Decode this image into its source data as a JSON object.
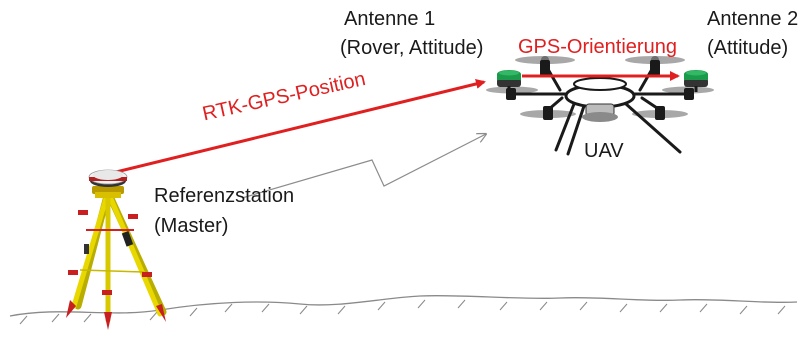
{
  "labels": {
    "antenne1_title": "Antenne 1",
    "antenne1_sub": "(Rover, Attitude)",
    "antenne2_title": "Antenne 2",
    "antenne2_sub": "(Attitude)",
    "gps_orientation": "GPS-Orientierung",
    "rtk_position": "RTK-GPS-Position",
    "uav": "UAV",
    "referenzstation": "Referenzstation",
    "master": "(Master)"
  },
  "colors": {
    "accent_red": "#e02020",
    "antenna_green": "#1a9a4a",
    "tripod_yellow": "#e8d800",
    "signal_gray": "#8c8c8c",
    "ground_gray": "#8a8a8a"
  }
}
